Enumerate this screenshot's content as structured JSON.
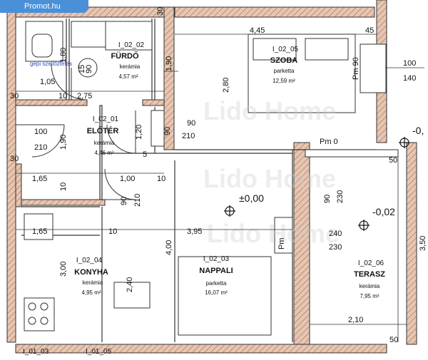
{
  "logo": {
    "text": "Promot.hu",
    "bg": "#4a90d9"
  },
  "watermark": "Lido Home",
  "rooms": [
    {
      "code": "I_02_02",
      "name": "FÜRDŐ",
      "material": "kerámia",
      "area": "4,57 m²"
    },
    {
      "code": "I_02_05",
      "name": "SZOBA",
      "material": "parketta",
      "area": "12,59 m²"
    },
    {
      "code": "I_02_01",
      "name": "ELŐTÉR",
      "material": "kerámia",
      "area": "4,46 m²"
    },
    {
      "code": "I_02_04",
      "name": "KONYHA",
      "material": "kerámia",
      "area": "4,95 m²"
    },
    {
      "code": "I_02_03",
      "name": "NAPPALI",
      "material": "parketta",
      "area": "16,07 m²"
    },
    {
      "code": "I_02_06",
      "name": "TERASZ",
      "material": "kerámia",
      "area": "7,95 m²"
    }
  ],
  "neighbors": [
    "I_01_03",
    "I_01_05"
  ],
  "fixture_note": "gépi szellőztetés",
  "levels": [
    "±0,00",
    "-0,02",
    "-0,",
    "Pm 0"
  ],
  "windows": [
    "Pm 90",
    "Pm"
  ],
  "dims": {
    "d30a": "30",
    "d445": "4,45",
    "d45": "45",
    "d100a": "100",
    "d140": "140",
    "d180": "1,80",
    "d190a": "1,90",
    "d280": "2,80",
    "d105": "1,05",
    "d10a": "10",
    "d275": "2,75",
    "d30b": "30",
    "d30c": "30",
    "d100b": "100",
    "d210a": "210",
    "d190b": "1,90",
    "d90a": "90",
    "d210b": "210",
    "d90b": "90",
    "d120": "1,20",
    "d5": "5",
    "d165a": "1,65",
    "d100c": "1,00",
    "d10b": "10",
    "d10c": "10",
    "d90c": "90",
    "d210c": "210",
    "d90d": "90",
    "d230a": "230",
    "d50a": "50",
    "d165b": "1,65",
    "d10d": "10",
    "d395": "3,95",
    "d240a": "240",
    "d230b": "230",
    "d400": "4,00",
    "d300": "3,00",
    "d240b": "2,40",
    "d350": "3,50",
    "d210d": "2,10",
    "d50b": "50",
    "d15": "15",
    "d90e": "90"
  }
}
